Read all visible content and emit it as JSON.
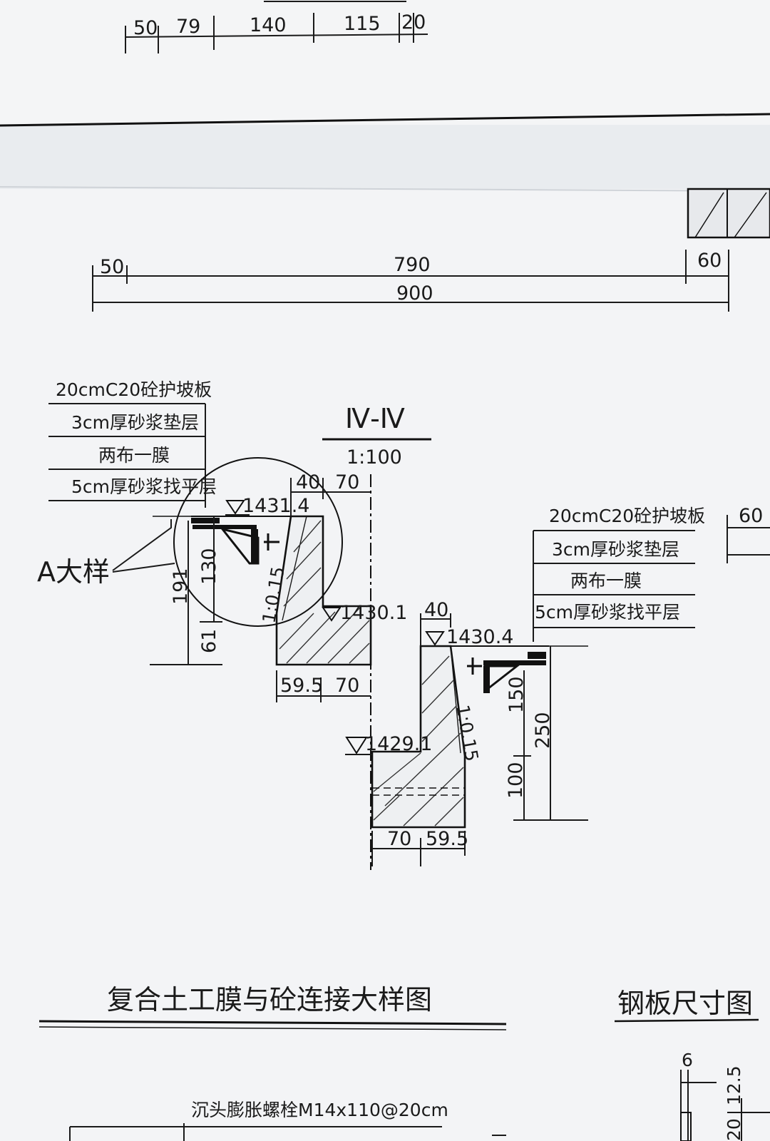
{
  "top_dims": [
    "50",
    "79",
    "140",
    "115",
    "20"
  ],
  "mid_dims": {
    "left": "50",
    "center": "790",
    "right": "60",
    "total": "900"
  },
  "section": {
    "title": "Ⅳ-Ⅳ",
    "scale": "1:100"
  },
  "layers_left": [
    "20cmC20砼护坡板",
    "3cm厚砂浆垫层",
    "两布一膜",
    "5cm厚砂浆找平层"
  ],
  "layers_right": [
    "20cmC20砼护坡板",
    "3cm厚砂浆垫层",
    "两布一膜",
    "5cm厚砂浆找平层"
  ],
  "callout": "A大样",
  "elevations": {
    "top_left": "1431.4",
    "mid_left": "1430.1",
    "top_right": "1430.4",
    "bottom": "1429.1"
  },
  "upper_dims": {
    "top_a": "40",
    "top_b": "70",
    "v_130": "130",
    "v_191": "191",
    "v_61": "61",
    "slope": "1:0.15",
    "base_a": "59.5",
    "base_b": "70"
  },
  "lower_dims": {
    "top": "40",
    "v_150": "150",
    "v_250": "250",
    "v_100": "100",
    "slope": "1:0.15",
    "base_a": "70",
    "base_b": "59.5"
  },
  "right_edge_dim": "60",
  "detail_title": "复合土工膜与砼连接大样图",
  "plate_title": "钢板尺寸图",
  "plate_dims": [
    "6",
    "12.5",
    "20"
  ],
  "bolt_label": "沉头膨胀螺栓M14x110@20cm"
}
